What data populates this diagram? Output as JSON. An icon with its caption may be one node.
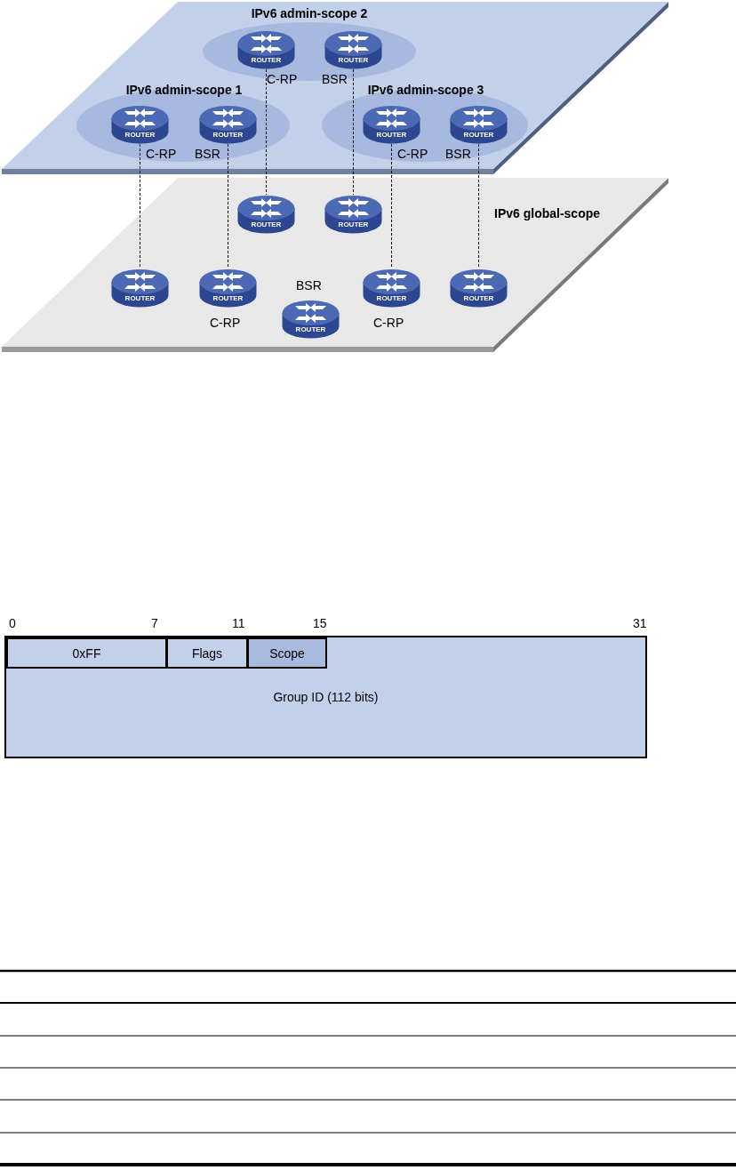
{
  "diagram": {
    "nodes": [
      {
        "text": [],
        "shape": "parallelogram"
      },
      {
        "text": [
          "IPv6 admin-scope 2"
        ],
        "in": 0
      },
      {
        "text": [
          "ROUTER"
        ],
        "in": 1,
        "beside": [
          "C-RP"
        ]
      },
      {
        "text": [
          "ROUTER"
        ],
        "in": 1,
        "beside": [
          "BSR"
        ]
      },
      {
        "text": [
          "IPv6 admin-scope 1"
        ],
        "in": 0
      },
      {
        "text": [
          "ROUTER"
        ],
        "in": 4,
        "beside": [
          "C-RP"
        ]
      },
      {
        "text": [
          "ROUTER"
        ],
        "in": 4,
        "beside": [
          "BSR"
        ]
      },
      {
        "text": [
          "IPv6 admin-scope 3"
        ],
        "in": 0
      },
      {
        "text": [
          "ROUTER"
        ],
        "in": 7,
        "beside": [
          "C-RP"
        ]
      },
      {
        "text": [
          "ROUTER"
        ],
        "in": 7,
        "beside": [
          "BSR"
        ]
      },
      {
        "text": [
          "IPv6 global-scope"
        ]
      },
      {
        "text": [
          "ROUTER"
        ],
        "in": 10
      },
      {
        "text": [
          "ROUTER"
        ],
        "in": 10
      },
      {
        "text": [
          "ROUTER"
        ],
        "in": 10
      },
      {
        "text": [
          "ROUTER"
        ],
        "in": 10,
        "beside": [
          "C-RP"
        ]
      },
      {
        "text": [
          "ROUTER"
        ],
        "in": 10,
        "beside": [
          "C-RP"
        ]
      },
      {
        "text": [
          "ROUTER"
        ],
        "in": 10
      },
      {
        "text": [
          "ROUTER"
        ],
        "in": 10,
        "beside": [
          "BSR"
        ]
      },
      {
        "text": [
          "Group ID (112 bits)"
        ]
      },
      {
        "text": [
          "0xFF"
        ],
        "in": 18
      },
      {
        "text": [
          "Flags"
        ],
        "in": 18
      },
      {
        "text": [
          "Scope"
        ],
        "in": 18
      }
    ],
    "edges": [
      {
        "from": 2,
        "to": 11,
        "arrow": "none",
        "style": "dashed"
      },
      {
        "from": 3,
        "to": 12,
        "arrow": "none",
        "style": "dashed"
      },
      {
        "from": 5,
        "to": 13,
        "arrow": "none",
        "style": "dashed"
      },
      {
        "from": 6,
        "to": 14,
        "arrow": "none",
        "style": "dashed"
      },
      {
        "from": 8,
        "to": 15,
        "arrow": "none",
        "style": "dashed"
      },
      {
        "from": 9,
        "to": 16,
        "arrow": "none",
        "style": "dashed"
      }
    ],
    "labels": [
      "0",
      "7",
      "11",
      "15",
      "31"
    ]
  }
}
